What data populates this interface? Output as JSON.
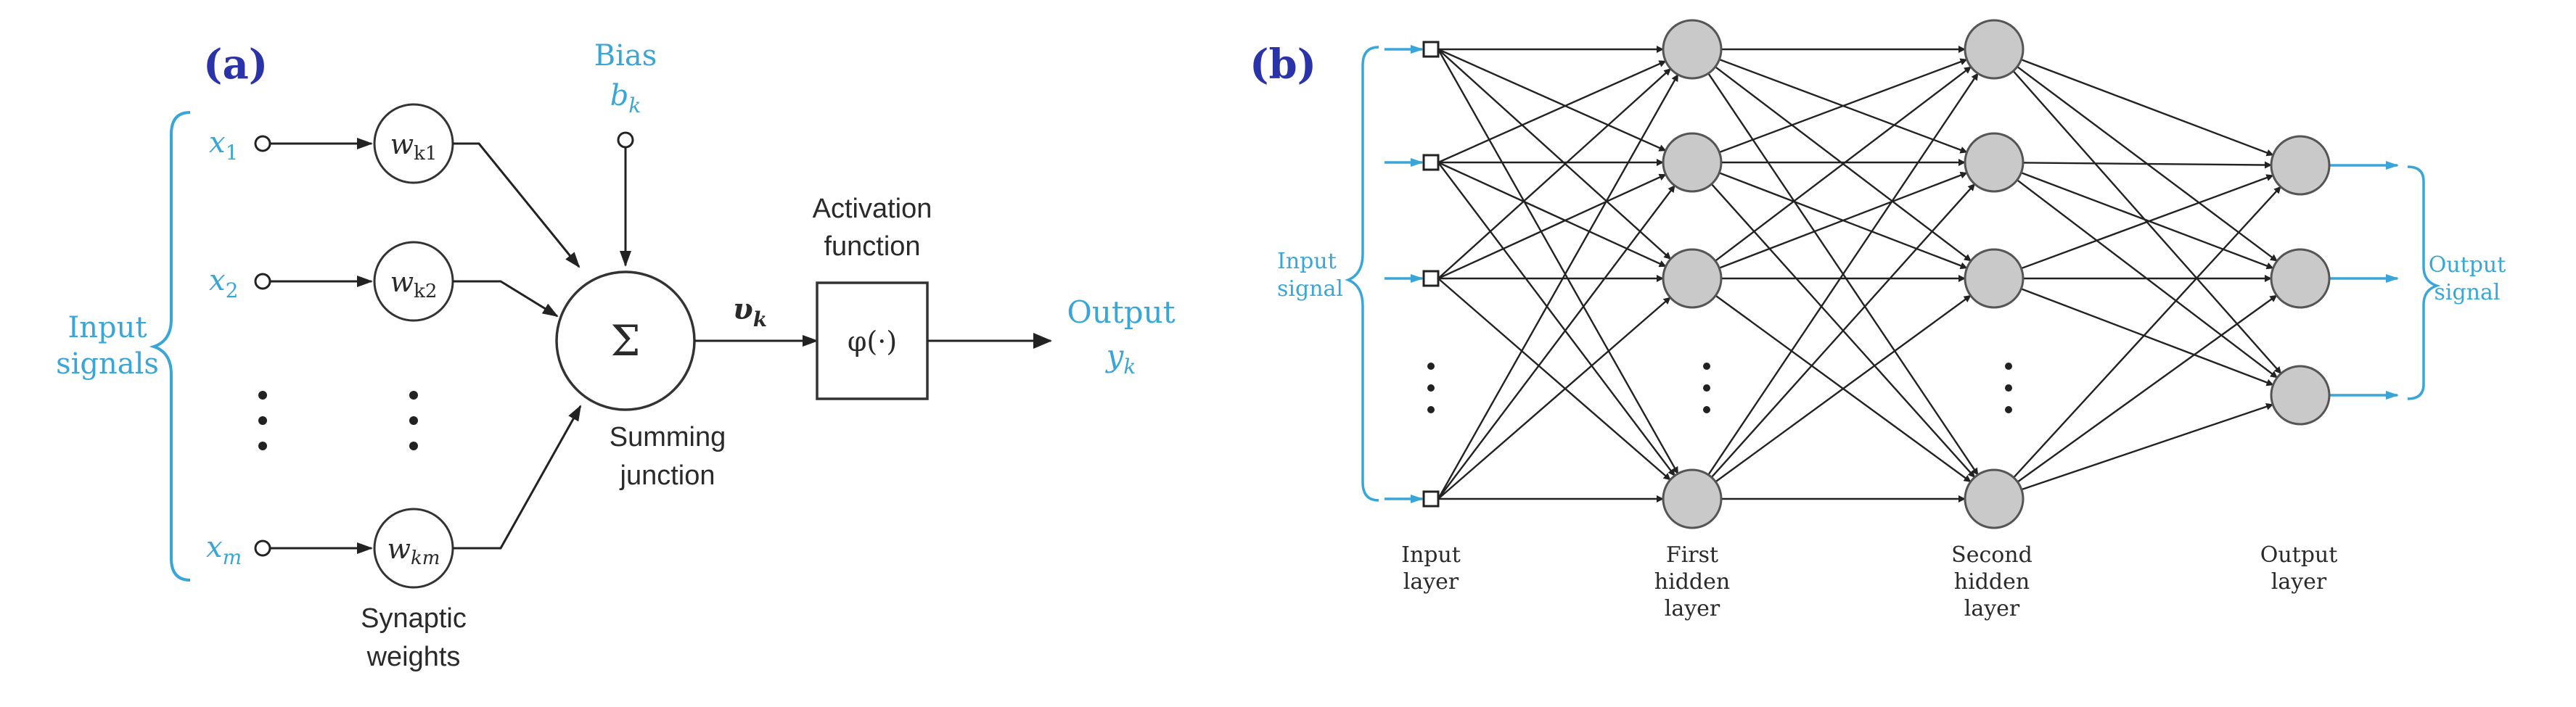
{
  "panel_a": {
    "label": "(a)",
    "inputs": [
      {
        "sym": "x",
        "sub": "1",
        "weight": "w",
        "wsub": "k1"
      },
      {
        "sym": "x",
        "sub": "2",
        "weight": "w",
        "wsub": "k2"
      },
      {
        "sym": "x",
        "sub": "m",
        "weight": "w",
        "wsub": "km"
      }
    ],
    "input_signals": [
      "Input",
      "signals"
    ],
    "bias_title": "Bias",
    "bias_sym": "b",
    "bias_sub": "k",
    "sum_symbol": "Σ",
    "summing": [
      "Summing",
      "junction"
    ],
    "v_sym": "υ",
    "v_sub": "k",
    "activation": [
      "Activation",
      "function"
    ],
    "phi": "φ(·)",
    "output_title": "Output",
    "output_sym": "y",
    "output_sub": "k",
    "synaptic": [
      "Synaptic",
      "weights"
    ]
  },
  "panel_b": {
    "label": "(b)",
    "input_signal": [
      "Input",
      "signal"
    ],
    "output_signal": [
      "Output",
      "signal"
    ],
    "layers": [
      {
        "name": "input",
        "caption": [
          "Input",
          "layer"
        ]
      },
      {
        "name": "hidden1",
        "caption": [
          "First",
          "hidden",
          "layer"
        ]
      },
      {
        "name": "hidden2",
        "caption": [
          "Second",
          "hidden",
          "layer"
        ]
      },
      {
        "name": "output",
        "caption": [
          "Output",
          "layer"
        ]
      }
    ]
  },
  "colors": {
    "accent_blue": "#3aa6d8",
    "label_navy": "#2b33a8",
    "node_grey": "#c9c9c9",
    "ink": "#222222"
  }
}
